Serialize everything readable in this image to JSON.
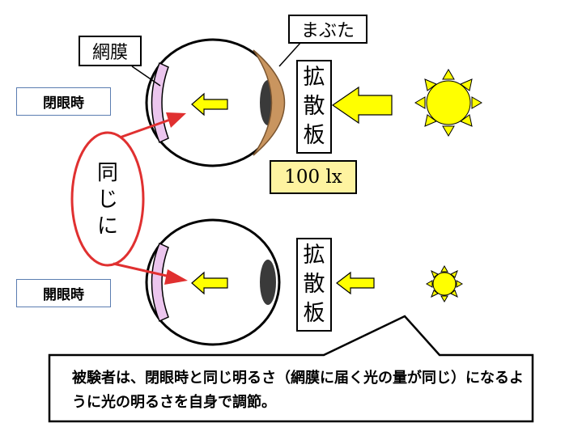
{
  "labels": {
    "retina": "網膜",
    "eyelid": "まぶた",
    "diffuser": "拡散板",
    "illuminance": "100 lx",
    "eyes_closed": "閉眼時",
    "eyes_open": "開眼時",
    "same": "同じに"
  },
  "note": "被験者は、閉眼時と同じ明るさ（網膜に届く光の量が同じ）になるように光の明るさを自身で調節。",
  "colors": {
    "arrow_fill": "#ffff00",
    "eyelid_fill": "#c9955f",
    "retina_fill": "#ecc6ee",
    "lens_fill": "#3a3a3a",
    "oval_stroke": "#e03030",
    "lux_fill": "#fef3a0",
    "label_border": "#5b7db1"
  },
  "icons": [
    "sun-icon",
    "eye-icon",
    "arrow-icon"
  ]
}
